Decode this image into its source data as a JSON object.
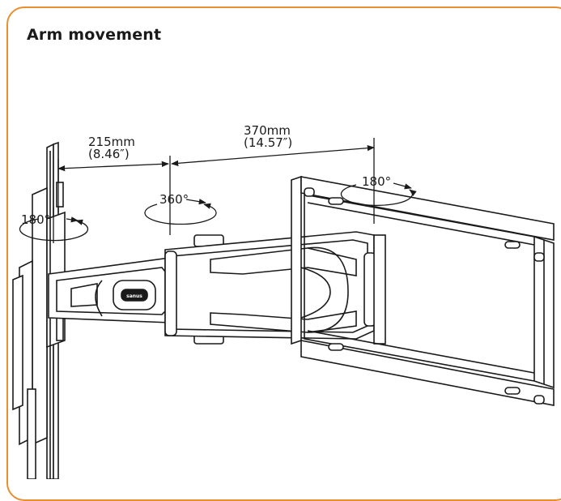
{
  "title": "Arm movement",
  "dimensions": {
    "left": {
      "metric": "215mm",
      "imperial": "(8.46″)"
    },
    "right": {
      "metric": "370mm",
      "imperial": "(14.57″)"
    }
  },
  "rotations": {
    "wall_pivot": "180°",
    "elbow_pivot": "360°",
    "tv_pivot": "180°"
  },
  "brand_logo": "sanus",
  "colors": {
    "frame_border": "#E8902E",
    "line": "#1a1a1a"
  }
}
